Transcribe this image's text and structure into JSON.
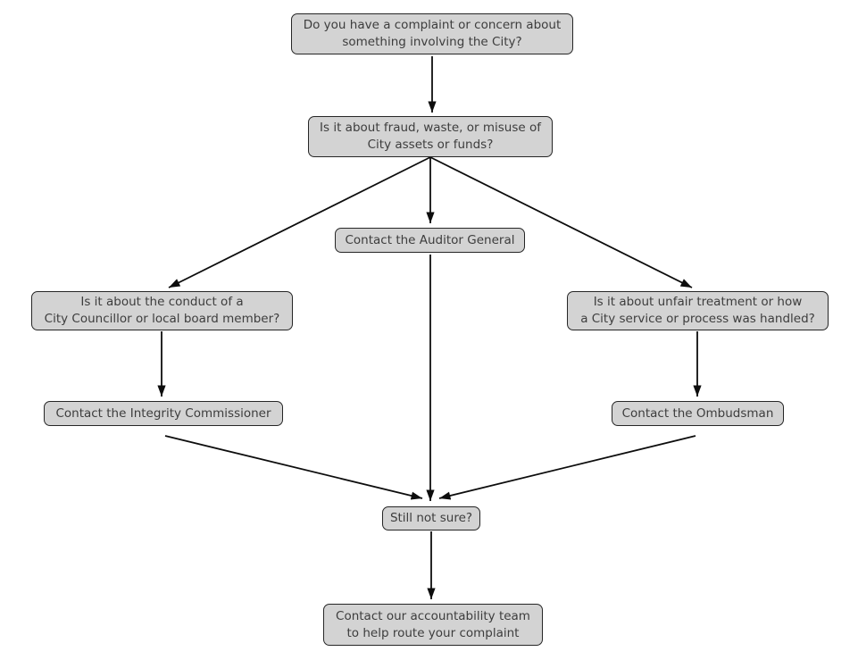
{
  "diagram": {
    "type": "flowchart",
    "background": "#ffffff",
    "node_fill": "#d3d3d3",
    "node_border": "#262626",
    "text_color": "#3d3d3d",
    "arrow_color": "#0d0d0d",
    "nodes": [
      {
        "id": "start-question",
        "lines": [
          "Do you have a complaint or concern about",
          "something involving the City?"
        ]
      },
      {
        "id": "fraud-question",
        "lines": [
          "Is it about fraud, waste, or misuse of",
          "City assets or funds?"
        ]
      },
      {
        "id": "auditor-general",
        "lines": [
          "Contact the Auditor General"
        ]
      },
      {
        "id": "conduct-question",
        "lines": [
          "Is it about the conduct of a",
          "City Councillor or local board member?"
        ]
      },
      {
        "id": "unfair-question",
        "lines": [
          "Is it about unfair treatment or how",
          "a City service or process was handled?"
        ]
      },
      {
        "id": "integrity-commissioner",
        "lines": [
          "Contact the Integrity Commissioner"
        ]
      },
      {
        "id": "ombudsman",
        "lines": [
          "Contact the Ombudsman"
        ]
      },
      {
        "id": "still-not-sure",
        "lines": [
          "Still not sure?"
        ]
      },
      {
        "id": "accountability-team",
        "lines": [
          "Contact our accountability team",
          "to help route your complaint"
        ]
      }
    ],
    "edges": [
      {
        "from": "start-question",
        "to": "fraud-question"
      },
      {
        "from": "fraud-question",
        "to": "auditor-general"
      },
      {
        "from": "fraud-question",
        "to": "conduct-question"
      },
      {
        "from": "fraud-question",
        "to": "unfair-question"
      },
      {
        "from": "conduct-question",
        "to": "integrity-commissioner"
      },
      {
        "from": "unfair-question",
        "to": "ombudsman"
      },
      {
        "from": "auditor-general",
        "to": "still-not-sure"
      },
      {
        "from": "integrity-commissioner",
        "to": "still-not-sure"
      },
      {
        "from": "ombudsman",
        "to": "still-not-sure"
      },
      {
        "from": "still-not-sure",
        "to": "accountability-team"
      }
    ]
  }
}
